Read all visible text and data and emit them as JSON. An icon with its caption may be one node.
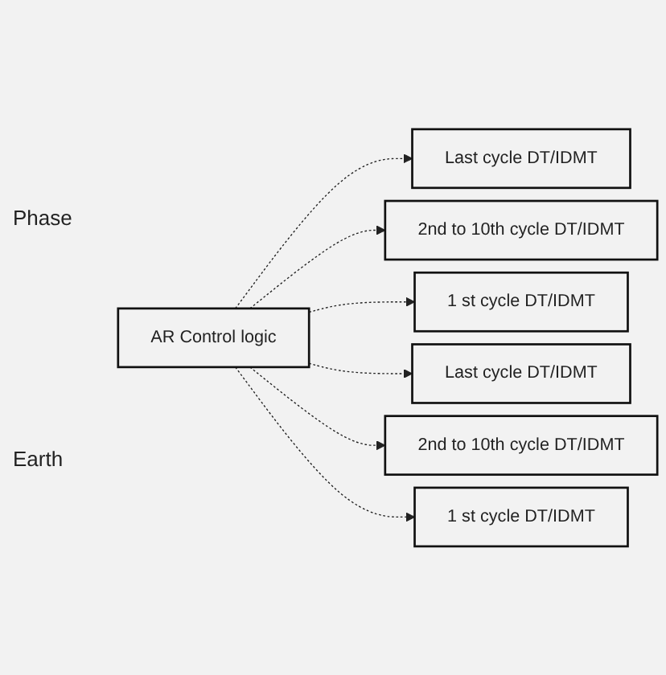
{
  "diagram": {
    "nodes": [
      {
        "text": [
          "Last cycle DT/IDMT"
        ]
      },
      {
        "text": [
          "2nd to 10th cycle DT/IDMT"
        ]
      },
      {
        "text": [
          "1 st cycle DT/IDMT"
        ]
      },
      {
        "text": [
          "AR Control logic"
        ]
      },
      {
        "text": [
          "Last cycle DT/IDMT"
        ]
      },
      {
        "text": [
          "2nd to 10th cycle DT/IDMT"
        ]
      },
      {
        "text": [
          "1 st cycle DT/IDMT"
        ]
      }
    ],
    "edges": [
      {
        "from": 3,
        "to": 0,
        "arrow": "to",
        "style": "dashed"
      },
      {
        "from": 3,
        "to": 1,
        "arrow": "to",
        "style": "dashed"
      },
      {
        "from": 3,
        "to": 2,
        "arrow": "to",
        "style": "dashed"
      },
      {
        "from": 3,
        "to": 4,
        "arrow": "to",
        "style": "dashed"
      },
      {
        "from": 3,
        "to": 5,
        "arrow": "to",
        "style": "dashed"
      },
      {
        "from": 3,
        "to": 6,
        "arrow": "to",
        "style": "dashed"
      }
    ],
    "labels": [
      "Phase",
      "Earth"
    ]
  }
}
